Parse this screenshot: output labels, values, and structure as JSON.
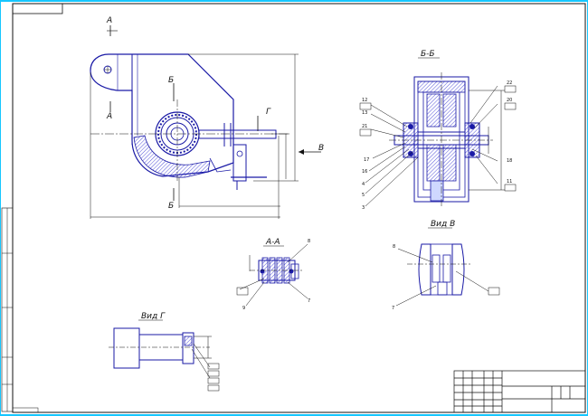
{
  "drawing": {
    "views": {
      "section_aa": "A-A",
      "section_bb": "Б-Б",
      "view_v": "Вид В",
      "view_g": "Вид Г"
    },
    "cut_marks": {
      "a_top": "А",
      "a_bottom": "А",
      "b_top": "Б",
      "b_bottom": "Б",
      "g": "Г",
      "v": "В"
    },
    "callouts_bb_left": [
      "12",
      "13",
      "21",
      "17",
      "16",
      "4",
      "5",
      "3"
    ],
    "callouts_bb_right": [
      "22",
      "20",
      "18",
      "11"
    ],
    "callouts_aa": [
      "8",
      "7",
      "9"
    ],
    "callouts_view_v": [
      "8",
      "7"
    ],
    "colors": {
      "background": "#16c6ff",
      "paper": "#ffffff",
      "line": "#1a1aa6",
      "ink": "#111111",
      "hatch": "#2a2ad0"
    }
  }
}
